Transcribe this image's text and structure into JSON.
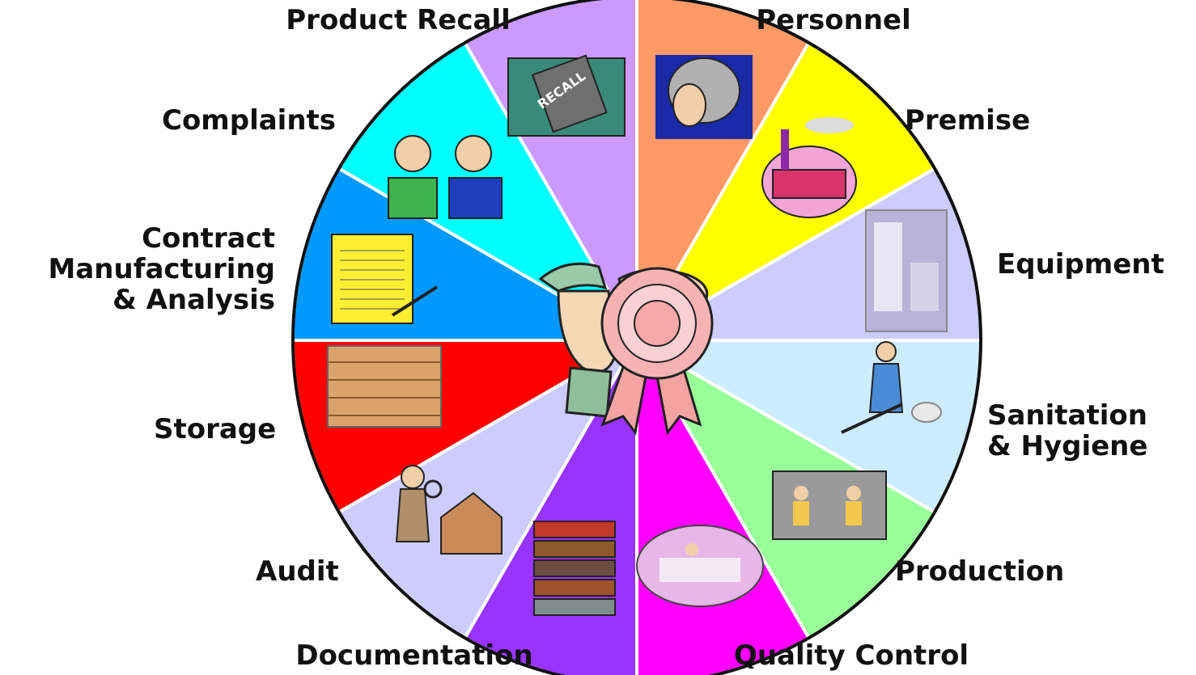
{
  "diagram": {
    "segments": [
      {
        "label": "Personnel",
        "color": "#FF9966",
        "picture": "worker-with-hairnet-icon"
      },
      {
        "label": "Premise",
        "color": "#FFFF00",
        "picture": "factory-building-icon"
      },
      {
        "label": "Equipment",
        "color": "#CCCCFF",
        "picture": "equipment-photo-icon"
      },
      {
        "label": "Sanitation\n& Hygiene",
        "color": "#CCECFF",
        "picture": "cleaning-worker-icon"
      },
      {
        "label": "Production",
        "color": "#99FF99",
        "picture": "production-workers-icon"
      },
      {
        "label": "Quality Control",
        "color": "#FF00FF",
        "picture": "laboratory-icon"
      },
      {
        "label": "Documentation",
        "color": "#9933FF",
        "picture": "books-stack-icon"
      },
      {
        "label": "Audit",
        "color": "#CCCCFF",
        "picture": "inspector-magnifier-icon"
      },
      {
        "label": "Storage",
        "color": "#FF0000",
        "picture": "warehouse-shelves-icon"
      },
      {
        "label": "Contract\nManufacturing\n& Analysis",
        "color": "#0099FF",
        "picture": "signed-contract-icon"
      },
      {
        "label": "Complaints",
        "color": "#00FFFF",
        "picture": "arguing-men-icon"
      },
      {
        "label": "Product Recall",
        "color": "#CC99FF",
        "picture": "recall-box-icon"
      }
    ],
    "center": {
      "picture": "worker-with-award-rosette-icon"
    },
    "recall_stamp": "RECALL"
  }
}
